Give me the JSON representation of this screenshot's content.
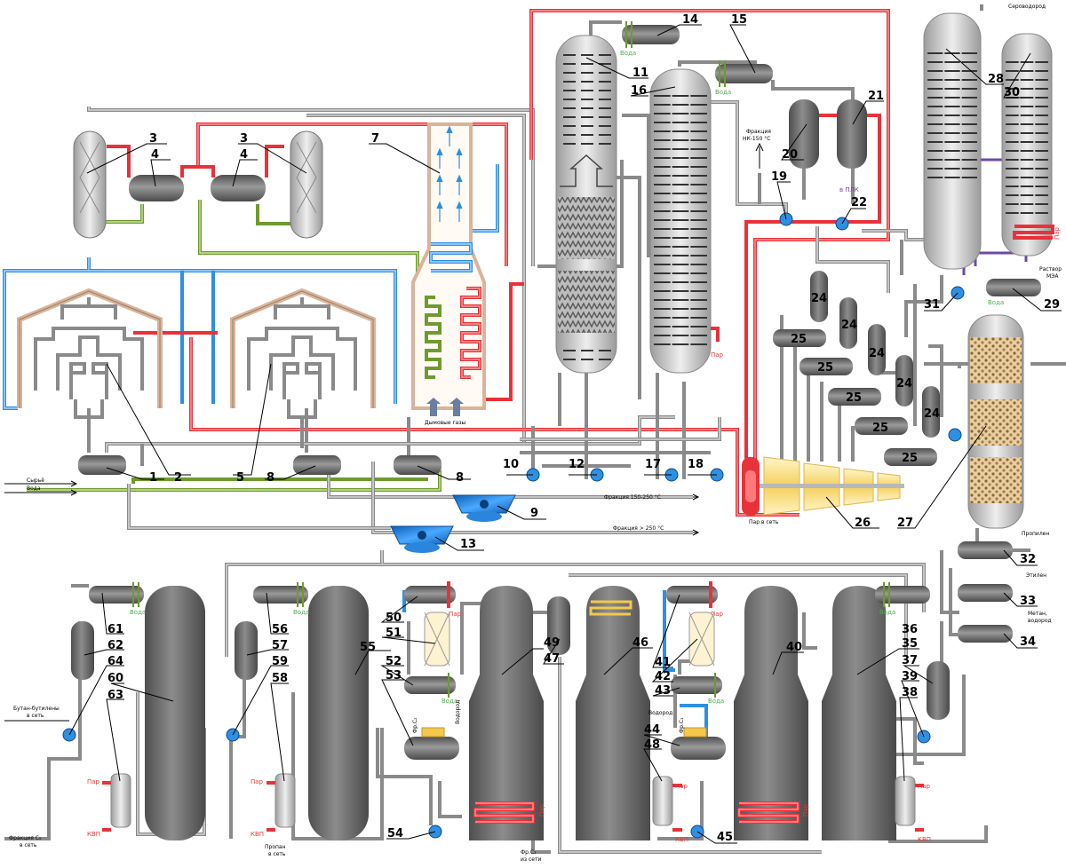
{
  "equipment_numbers": {
    "n1": "1",
    "n2": "2",
    "n3a": "3",
    "n3b": "3",
    "n4a": "4",
    "n4b": "4",
    "n5": "5",
    "n7": "7",
    "n8a": "8",
    "n8b": "8",
    "n9": "9",
    "n10": "10",
    "n11": "11",
    "n12": "12",
    "n13": "13",
    "n14": "14",
    "n15": "15",
    "n16": "16",
    "n17": "17",
    "n18": "18",
    "n19": "19",
    "n20": "20",
    "n21": "21",
    "n22": "22",
    "n24a": "24",
    "n24b": "24",
    "n24c": "24",
    "n24d": "24",
    "n24e": "24",
    "n25a": "25",
    "n25b": "25",
    "n25c": "25",
    "n25d": "25",
    "n25e": "25",
    "n26": "26",
    "n27": "27",
    "n28": "28",
    "n29": "29",
    "n30": "30",
    "n31": "31",
    "n32": "32",
    "n33": "33",
    "n34": "34",
    "n35": "35",
    "n36": "36",
    "n37": "37",
    "n38": "38",
    "n39": "39",
    "n40": "40",
    "n41": "41",
    "n42": "42",
    "n43": "43",
    "n44": "44",
    "n45": "45",
    "n46": "46",
    "n47": "47",
    "n48": "48",
    "n49": "49",
    "n50": "50",
    "n51": "51",
    "n52": "52",
    "n53": "53",
    "n54": "54",
    "n55": "55",
    "n56": "56",
    "n57": "57",
    "n58": "58",
    "n59": "59",
    "n60": "60",
    "n61": "61",
    "n62": "62",
    "n63": "63",
    "n64": "64"
  },
  "labels": {
    "feed": "Сырьё",
    "water_in": "Вода",
    "flue_gases": "Дымовые газы",
    "fraction_150_250": "Фракция 150-250 °С",
    "fraction_250": "Фракция > 250 °С",
    "fraction_nk_150_a": "Фракция",
    "fraction_nk_150_b": "НК-150 °С",
    "to_pk": "в ПЛК",
    "steam_to_grid": "Пар в сеть",
    "hydrogen_sulfide": "Сероводород",
    "mea_a": "Раствор",
    "mea_b": "МЭА",
    "propylene": "Пропилен",
    "ethylene": "Этилен",
    "methane_a": "Метан,",
    "methane_b": "водород",
    "butane_butylenes_a": "Бутан-бутилены",
    "butane_butylenes_b": "в сеть",
    "c5_fraction_a": "Фракция С₅",
    "c5_fraction_b": "в сеть",
    "propane_a": "Пропан",
    "propane_b": "в сеть",
    "c3_from_grid_a": "Фр.С₃",
    "c3_from_grid_b": "из сети",
    "hydrogen": "Водород",
    "fr_c3": "Фр.С₃",
    "fr_c2": "Фр.С₂",
    "steam": "Пар",
    "kvp": "КВП",
    "water": "Вода"
  },
  "colors": {
    "process_pipe": "#8a8a8a",
    "steam_hot": "#e8323a",
    "cooling_water": "#2f8fe0",
    "green_line": "#6f9a2e",
    "vessel": "#6d6d6d",
    "column_light": "#c9c9c9",
    "pump": "#2f8fe0",
    "brick": "#d9b49a",
    "turbine": "#f6d36a",
    "catalyst": "#d4b483",
    "amine": "#6c4aa6"
  }
}
